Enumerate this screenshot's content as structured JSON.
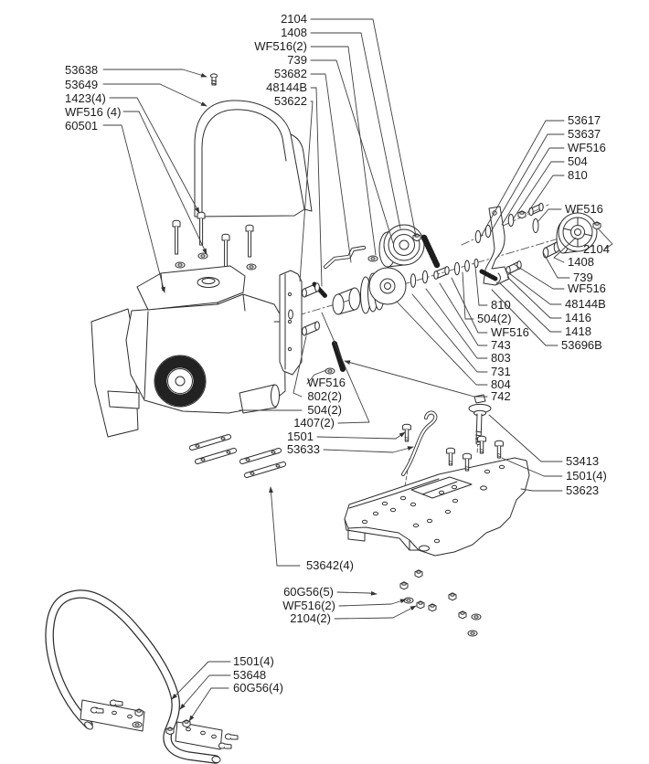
{
  "figure": {
    "kind": "exploded-parts-diagram",
    "background": "#ffffff",
    "line_color": "#2e2e2e",
    "leader_color": "#3f3f3f",
    "text_color": "#1c1c1c"
  },
  "callouts": {
    "top_center": [
      "2104",
      "1408",
      "WF516(2)",
      "739",
      "53682",
      "48144B",
      "53622"
    ],
    "top_left": [
      "53638",
      "53649",
      "1423(4)",
      "WF516 (4)",
      "60501"
    ],
    "right_upper": [
      "53617",
      "53637",
      "WF516",
      "504",
      "810"
    ],
    "right_mid": [
      "WF516",
      "2104",
      "1408",
      "739",
      "WF516",
      "48144B",
      "1416",
      "1418",
      "53696B"
    ],
    "mid_column": [
      "810",
      "504(2)",
      "WF516",
      "743",
      "803",
      "731",
      "804",
      "742"
    ],
    "left_mid": [
      "WF516",
      "802(2)",
      "504(2)",
      "1407(2)",
      "1501",
      "53633"
    ],
    "right_lower": [
      "53413",
      "1501(4)",
      "53623"
    ],
    "bottom_center": [
      "53642(4)",
      "60G56(5)",
      "WF516(2)",
      "2104(2)"
    ],
    "bottom_left": [
      "1501(4)",
      "53648",
      "60G56(4)"
    ]
  }
}
